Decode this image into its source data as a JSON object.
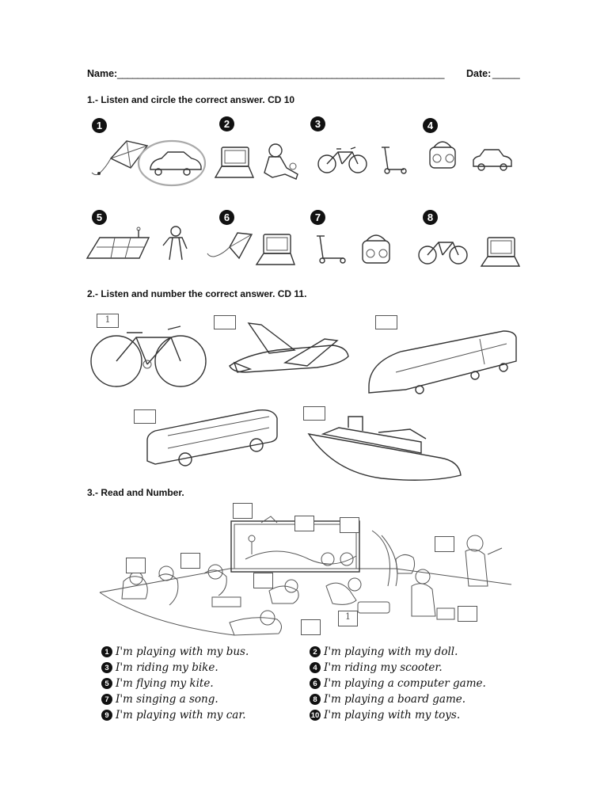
{
  "header": {
    "name_label": "Name:",
    "name_blank": "________________________________________________________________",
    "date_label": "Date:",
    "date_blank": "_____"
  },
  "section1": {
    "title": "1.- Listen and circle the correct answer. CD 10",
    "items": [
      {
        "n": "1",
        "a": "kite",
        "b": "car",
        "circled": "b"
      },
      {
        "n": "2",
        "a": "computer",
        "b": "doll"
      },
      {
        "n": "3",
        "a": "bike",
        "b": "scooter"
      },
      {
        "n": "4",
        "a": "radio",
        "b": "car"
      },
      {
        "n": "5",
        "a": "board game",
        "b": "doll"
      },
      {
        "n": "6",
        "a": "kite",
        "b": "computer"
      },
      {
        "n": "7",
        "a": "scooter",
        "b": "radio"
      },
      {
        "n": "8",
        "a": "bike",
        "b": "computer"
      }
    ]
  },
  "section2": {
    "title": "2.- Listen and number the correct answer. CD 11.",
    "items": [
      {
        "name": "bike",
        "answer": "1"
      },
      {
        "name": "plane",
        "answer": ""
      },
      {
        "name": "train",
        "answer": ""
      },
      {
        "name": "bus",
        "answer": ""
      },
      {
        "name": "ship",
        "answer": ""
      }
    ]
  },
  "section3": {
    "title": "3.- Read and Number.",
    "scene_answers": [
      "",
      "",
      "",
      "",
      "",
      "",
      "",
      "1",
      "",
      "",
      ""
    ],
    "sentences": [
      {
        "n": "1",
        "text": "I'm playing with my bus."
      },
      {
        "n": "2",
        "text": "I'm playing with my doll."
      },
      {
        "n": "3",
        "text": "I'm riding my bike."
      },
      {
        "n": "4",
        "text": "I'm riding my scooter."
      },
      {
        "n": "5",
        "text": "I'm flying my kite."
      },
      {
        "n": "6",
        "text": "I'm playing a computer game."
      },
      {
        "n": "7",
        "text": "I'm singing a song."
      },
      {
        "n": "8",
        "text": "I'm playing a board game."
      },
      {
        "n": "9",
        "text": "I'm playing with my car."
      },
      {
        "n": "10",
        "text": "I'm playing with my toys."
      }
    ]
  }
}
